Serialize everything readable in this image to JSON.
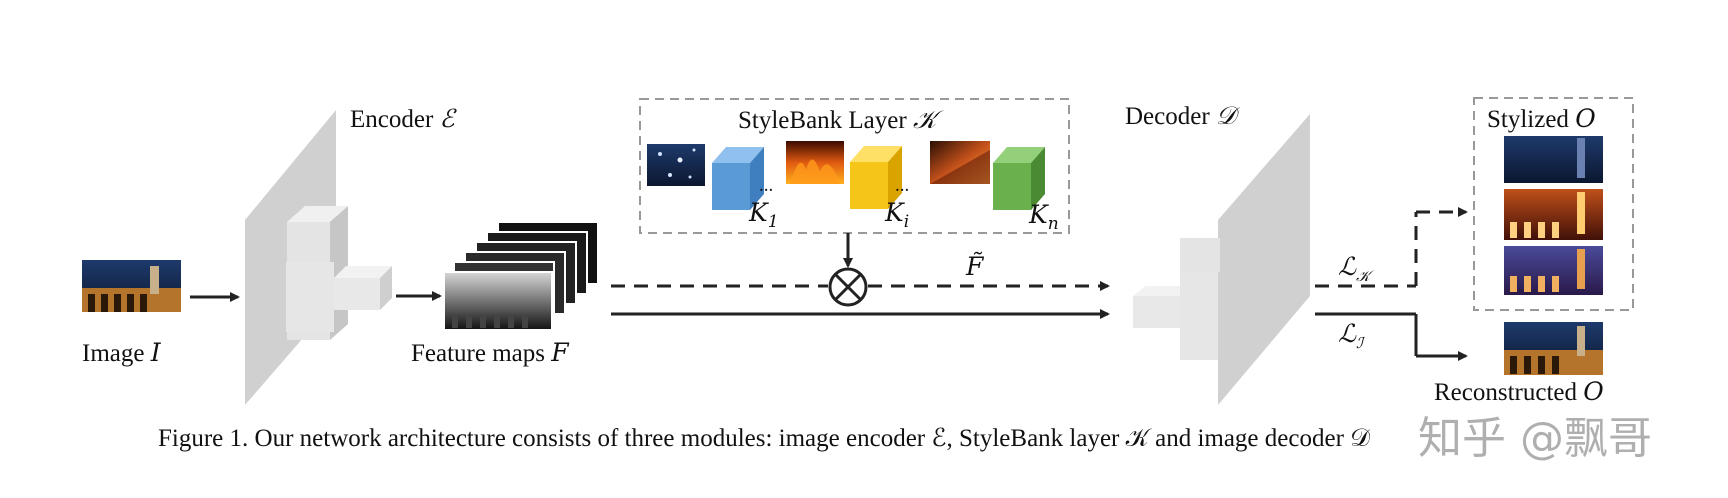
{
  "labels": {
    "image": "Image",
    "image_sym": "I",
    "feature_maps": "Feature maps",
    "feature_sym": "F",
    "encoder": "Encoder",
    "encoder_sym": "ℰ",
    "stylebank": "StyleBank Layer",
    "stylebank_sym": "𝒦",
    "decoder": "Decoder",
    "decoder_sym": "𝒟",
    "stylized": "Stylized",
    "stylized_sym": "O",
    "reconstructed": "Reconstructed",
    "reconstructed_sym": "O",
    "f_tilde": "F̃",
    "k1": "K",
    "k1_sub": "1",
    "ki": "K",
    "ki_sub": "i",
    "kn": "K",
    "kn_sub": "n",
    "dots": "...",
    "loss_k": "ℒ",
    "loss_k_sub": "𝒦",
    "loss_i": "ℒ",
    "loss_i_sub": "ℐ"
  },
  "caption": "Figure 1. Our network architecture consists of three modules: image encoder ℰ, StyleBank layer 𝒦 and image decoder 𝒟",
  "watermark": "知乎 @飘哥",
  "colors": {
    "kernel_1": "#5b9bd5",
    "kernel_i": "#f5c518",
    "kernel_n": "#6ab04c",
    "block_gray": "#d4d4d4",
    "arrow": "#222222"
  }
}
